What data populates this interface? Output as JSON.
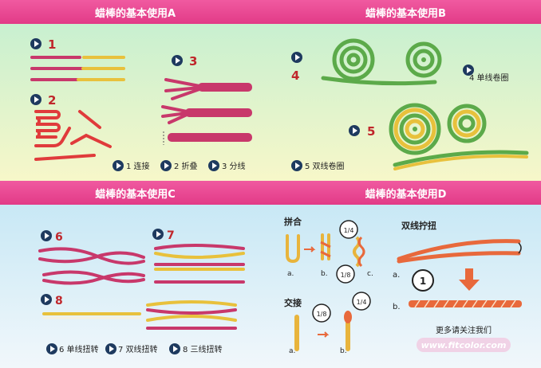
{
  "sections": {
    "a": {
      "title": "蜡棒的基本使用A",
      "caption": [
        "1 连接",
        "2 折叠",
        "3 分线"
      ],
      "steps": [
        "1",
        "2",
        "3"
      ]
    },
    "b": {
      "title": "蜡棒的基本使用B",
      "caption_4": "4 单线卷圈",
      "caption_5": "5 双线卷圈",
      "steps": [
        "4",
        "5"
      ]
    },
    "c": {
      "title": "蜡棒的基本使用C",
      "caption": [
        "6 单线扭转",
        "7 双线扭转",
        "8 三线扭转"
      ],
      "steps": [
        "6",
        "7",
        "8"
      ]
    },
    "d": {
      "title": "蜡棒的基本使用D",
      "pin_label": "拼合",
      "cross_label": "交接",
      "twist_label": "双线拧扭",
      "fractions": [
        "1/4",
        "1/8",
        "1/8",
        "1/4"
      ],
      "letters": [
        "a.",
        "b.",
        "c.",
        "a.",
        "b.",
        "a.",
        "b."
      ],
      "twist_step": "1",
      "more": "更多请关注我们",
      "url": "www.fitcolor.com"
    }
  }
}
